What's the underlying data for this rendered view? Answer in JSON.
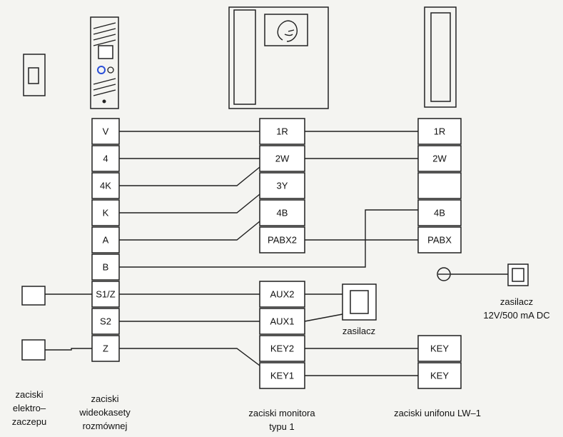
{
  "door_panel": {
    "terminals": [
      "V",
      "4",
      "4K",
      "K",
      "A",
      "B",
      "S1/Z",
      "S2",
      "Z"
    ]
  },
  "monitor": {
    "terminals": [
      "1R",
      "2W",
      "3Y",
      "4B",
      "PABX2",
      "AUX2",
      "AUX1",
      "KEY2",
      "KEY1"
    ]
  },
  "intercom": {
    "terminals": [
      "1R",
      "2W",
      "",
      "4B",
      "PABX",
      "KEY",
      "KEY"
    ]
  },
  "psu_monitor": {
    "label": "zasilacz"
  },
  "psu_intercom": {
    "label": "zasilacz\n12V/500 mA DC"
  },
  "captions": {
    "strike": "zaciski\nelektro–\nzaczepu",
    "door_panel": "zaciski\nwideokasety\nrozmównej",
    "monitor": "zaciski monitora\ntypu 1",
    "intercom": "zaciski unifonu LW–1"
  }
}
